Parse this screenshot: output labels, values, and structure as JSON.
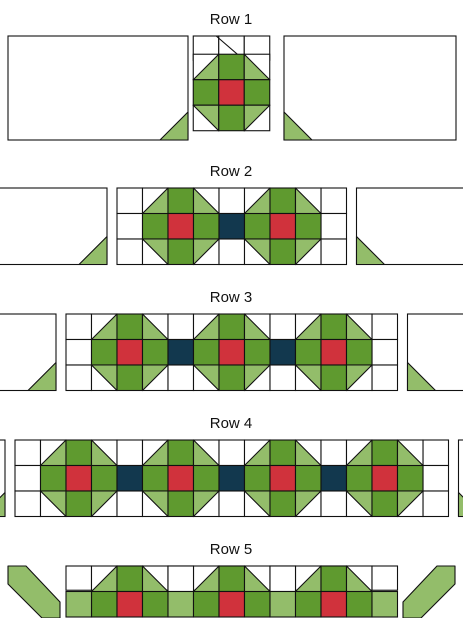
{
  "rows": [
    {
      "label": "Row 1",
      "blocks": 1,
      "connectors": 0
    },
    {
      "label": "Row 2",
      "blocks": 2,
      "connectors": 1
    },
    {
      "label": "Row 3",
      "blocks": 3,
      "connectors": 2
    },
    {
      "label": "Row 4",
      "blocks": 4,
      "connectors": 3
    },
    {
      "label": "Row 5",
      "blocks": 3,
      "connectors": 0
    }
  ],
  "colors": {
    "dark_green": "#5f9a2f",
    "light_green": "#93bd6a",
    "red": "#d0323c",
    "navy": "#12384e",
    "outline": "#111111",
    "background": "#ffffff"
  }
}
